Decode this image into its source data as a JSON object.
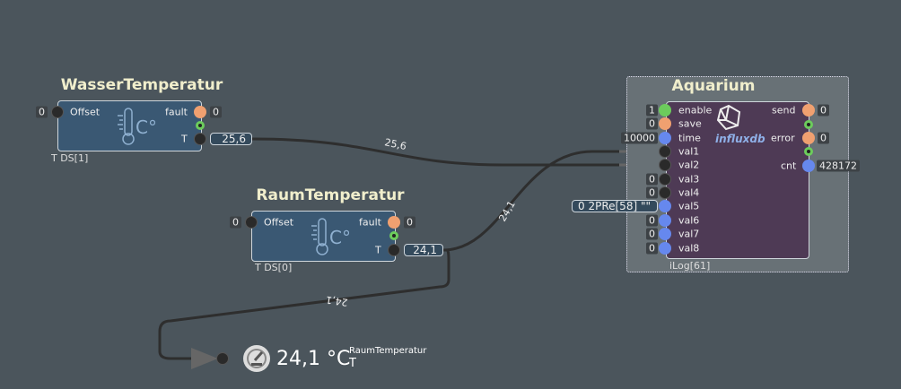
{
  "wasser": {
    "title": "WasserTemperatur",
    "offset_label": "Offset",
    "offset_value": "0",
    "fault_label": "fault",
    "fault_value": "0",
    "t_label": "T",
    "t_value": "25,6",
    "footer": "T DS[1]"
  },
  "raum": {
    "title": "RaumTemperatur",
    "offset_label": "Offset",
    "offset_value": "0",
    "fault_label": "fault",
    "fault_value": "0",
    "t_label": "T",
    "t_value": "24,1",
    "footer": "T DS[0]"
  },
  "wires": {
    "w1": "25,6",
    "w2": "24,1",
    "w3": "24,1"
  },
  "aquarium": {
    "title": "Aquarium",
    "logo": "influxdb",
    "footer": "iLog[61]",
    "inputs": [
      {
        "label": "enable",
        "value": "1"
      },
      {
        "label": "save",
        "value": "0"
      },
      {
        "label": "time",
        "value": "10000"
      },
      {
        "label": "val1",
        "value": ""
      },
      {
        "label": "val2",
        "value": ""
      },
      {
        "label": "val3",
        "value": "0"
      },
      {
        "label": "val4",
        "value": "0"
      },
      {
        "label": "val5",
        "value": "0   2PRe[58] \"\""
      },
      {
        "label": "val6",
        "value": "0"
      },
      {
        "label": "val7",
        "value": "0"
      },
      {
        "label": "val8",
        "value": "0"
      }
    ],
    "send_label": "send",
    "send_value": "0",
    "error_label": "error",
    "error_value": "0",
    "cnt_label": "cnt",
    "cnt_value": "428172"
  },
  "display": {
    "value": "24,1 °C",
    "source": "RaumTemperatur",
    "port": "T"
  }
}
